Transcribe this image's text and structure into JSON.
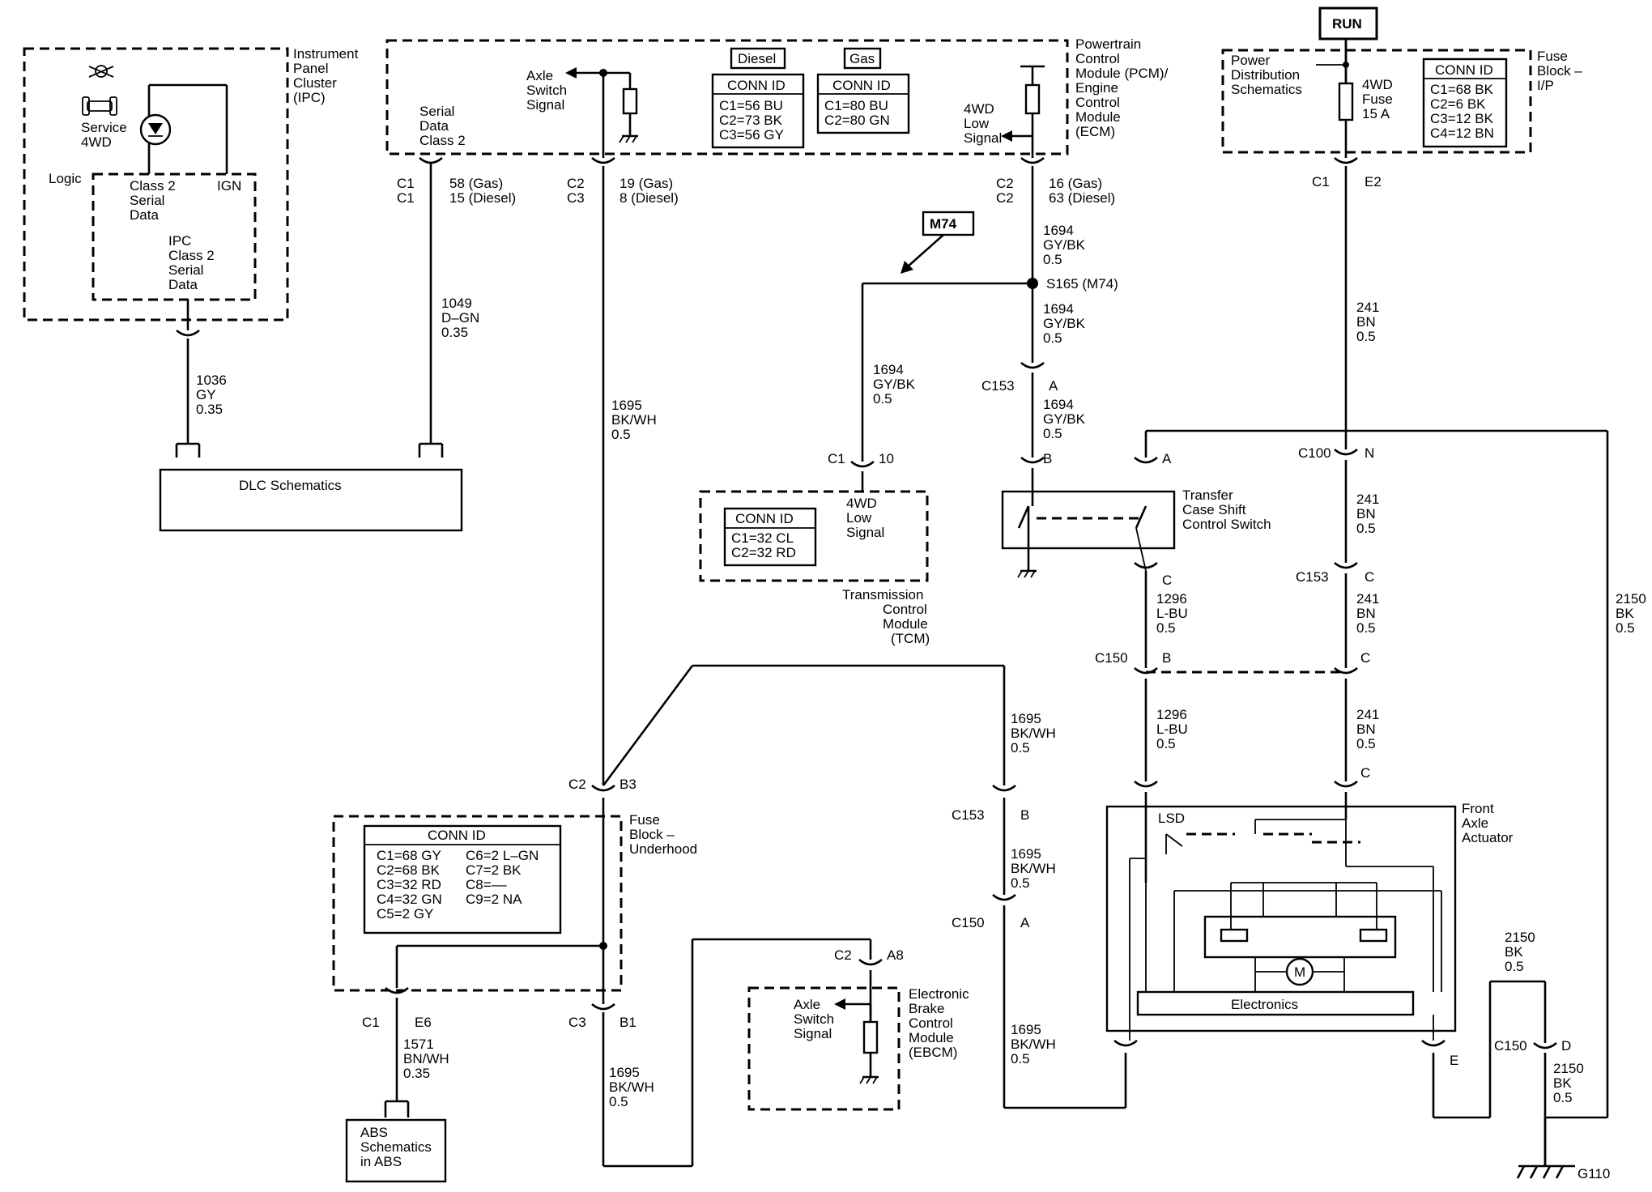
{
  "modules": {
    "ipc": [
      "Instrument",
      "Panel",
      "Cluster",
      "(IPC)"
    ],
    "ipc_service": [
      "Service",
      "4WD"
    ],
    "ipc_logic": "Logic",
    "ipc_class2": [
      "Class 2",
      "Serial",
      "Data"
    ],
    "ipc_ign": "IGN",
    "ipc_inner": [
      "IPC",
      "Class 2",
      "Serial",
      "Data"
    ],
    "pcm": [
      "Powertrain",
      "Control",
      "Module (PCM)/",
      "Engine",
      "Control",
      "Module",
      "(ECM)"
    ],
    "pcm_serial": [
      "Serial",
      "Data",
      "Class 2"
    ],
    "pcm_axle": [
      "Axle",
      "Switch",
      "Signal"
    ],
    "pcm_4wd": [
      "4WD",
      "Low",
      "Signal"
    ],
    "diesel_label": "Diesel",
    "gas_label": "Gas",
    "diesel_conn": [
      "CONN ID",
      "C1=56 BU",
      "C2=73 BK",
      "C3=56 GY"
    ],
    "gas_conn": [
      "CONN ID",
      "C1=80 BU",
      "C2=80 GN"
    ],
    "run": "RUN",
    "power_dist": [
      "Power",
      "Distribution",
      "Schematics"
    ],
    "fuse": [
      "4WD",
      "Fuse",
      "15 A"
    ],
    "fuse_block_ip_conn": [
      "CONN ID",
      "C1=68 BK",
      "C2=6 BK",
      "C3=12 BK",
      "C4=12 BN"
    ],
    "fuse_block_ip": [
      "Fuse",
      "Block –",
      "I/P"
    ],
    "dlc": "DLC Schematics",
    "m74": "M74",
    "tcm_conn": [
      "CONN ID",
      "C1=32 CL",
      "C2=32 RD"
    ],
    "tcm_signal": [
      "4WD",
      "Low",
      "Signal"
    ],
    "tcm": [
      "Transmission",
      "Control",
      "Module",
      "(TCM)"
    ],
    "transfer": [
      "Transfer",
      "Case Shift",
      "Control Switch"
    ],
    "fuse_underhood": [
      "Fuse",
      "Block –",
      "Underhood"
    ],
    "fuse_underhood_conn_title": "CONN ID",
    "fuse_underhood_conn": [
      "C1=68 GY",
      "C6=2 L–GN",
      "C2=68 BK",
      "C7=2 BK",
      "C3=32 RD",
      "C8=––",
      "C4=32 GN",
      "C9=2 NA",
      "C5=2 GY"
    ],
    "ebcm": [
      "Electronic",
      "Brake",
      "Control",
      "Module",
      "(EBCM)"
    ],
    "ebcm_axle": [
      "Axle",
      "Switch",
      "Signal"
    ],
    "abs": [
      "ABS",
      "Schematics",
      "in ABS"
    ],
    "actuator": [
      "Front",
      "Axle",
      "Actuator"
    ],
    "lsd": "LSD",
    "electronics": "Electronics",
    "motor": "M",
    "ground": "G110",
    "splice": "S165 (M74)"
  },
  "connectors": {
    "ipc_c1": [
      "C1",
      "C1"
    ],
    "ipc_pins": [
      "58 (Gas)",
      "15 (Diesel)"
    ],
    "pcm_c2c3": [
      "C2",
      "C3"
    ],
    "pcm_c2c3_pins": [
      "19 (Gas)",
      "8 (Diesel)"
    ],
    "pcm_c2c2": [
      "C2",
      "C2"
    ],
    "pcm_c2c2_pins": [
      "16 (Gas)",
      "63 (Diesel)"
    ],
    "fuse_c1": "C1",
    "fuse_e2": "E2",
    "c153": "C153",
    "c153_a": "A",
    "sw_b": "B",
    "sw_a": "A",
    "sw_c": "C",
    "c100": "C100",
    "c100_n": "N",
    "c153_c": "C153",
    "c153_c_pin": "C",
    "c150": "C150",
    "c150_b": "B",
    "c150_c": "C",
    "act_c": "C",
    "tcm_c1": "C1",
    "tcm_10": "10",
    "fu_c2": "C2",
    "fu_b3": "B3",
    "fu_c1": "C1",
    "fu_e6": "E6",
    "fu_c3": "C3",
    "fu_b1": "B1",
    "ebcm_c2": "C2",
    "ebcm_a8": "A8",
    "c153_b_left": "C153",
    "c153_b_pin": "B",
    "c150_a_left": "C150",
    "c150_a_pin": "A",
    "act_e": "E",
    "c150_d": "C150",
    "c150_d_pin": "D"
  },
  "wires": {
    "w1036": [
      "1036",
      "GY",
      "0.35"
    ],
    "w1049": [
      "1049",
      "D–GN",
      "0.35"
    ],
    "w1695_main": [
      "1695",
      "BK/WH",
      "0.5"
    ],
    "w1694_top": [
      "1694",
      "GY/BK",
      "0.5"
    ],
    "w1694_mid": [
      "1694",
      "GY/BK",
      "0.5"
    ],
    "w1694_tcm": [
      "1694",
      "GY/BK",
      "0.5"
    ],
    "w1694_low": [
      "1694",
      "GY/BK",
      "0.5"
    ],
    "w241_top": [
      "241",
      "BN",
      "0.5"
    ],
    "w241_a": [
      "241",
      "BN",
      "0.5"
    ],
    "w241_b": [
      "241",
      "BN",
      "0.5"
    ],
    "w241_c": [
      "241",
      "BN",
      "0.5"
    ],
    "w1296_a": [
      "1296",
      "L-BU",
      "0.5"
    ],
    "w1296_b": [
      "1296",
      "L-BU",
      "0.5"
    ],
    "w1695_r1": [
      "1695",
      "BK/WH",
      "0.5"
    ],
    "w1695_r2": [
      "1695",
      "BK/WH",
      "0.5"
    ],
    "w1695_r3": [
      "1695",
      "BK/WH",
      "0.5"
    ],
    "w1695_bottom": [
      "1695",
      "BK/WH",
      "0.5"
    ],
    "w1571": [
      "1571",
      "BN/WH",
      "0.35"
    ],
    "w2150_right": [
      "2150",
      "BK",
      "0.5"
    ],
    "w2150_a": [
      "2150",
      "BK",
      "0.5"
    ],
    "w2150_b": [
      "2150",
      "BK",
      "0.5"
    ]
  }
}
